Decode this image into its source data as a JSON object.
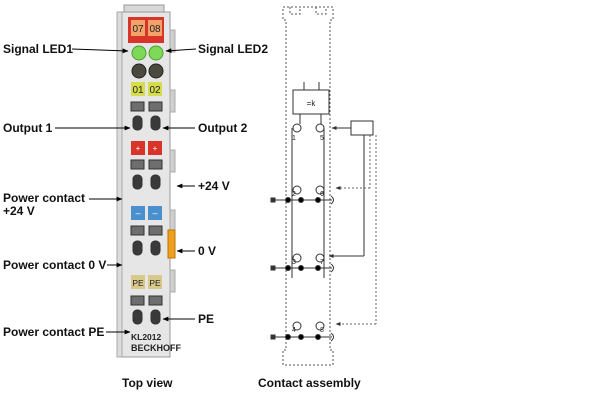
{
  "labels": {
    "signal_led1": "Signal LED1",
    "signal_led2": "Signal LED2",
    "output1": "Output 1",
    "output2": "Output 2",
    "power_contact_24v_line1": "Power contact",
    "power_contact_24v_line2": "+24 V",
    "plus24v": "+24 V",
    "zero_v": "0 V",
    "power_contact_0v": "Power contact 0 V",
    "pe": "PE",
    "power_contact_pe": "Power contact PE"
  },
  "terminal": {
    "led_top_left": "07",
    "led_top_right": "08",
    "led_mid_left": "01",
    "led_mid_right": "02",
    "red_left": "+",
    "red_right": "+",
    "blue_left": "–",
    "blue_right": "–",
    "pe_left": "PE",
    "pe_right": "PE",
    "model": "KL2012",
    "brand": "BECKHOFF"
  },
  "contact_numbers": {
    "n1": "1",
    "n5": "5",
    "n2": "2",
    "n6": "6",
    "n3": "3",
    "n7": "7",
    "n4": "4",
    "n8": "8"
  },
  "circuit_text": "=k",
  "captions": {
    "top_view": "Top view",
    "contact_assembly": "Contact assembly"
  }
}
